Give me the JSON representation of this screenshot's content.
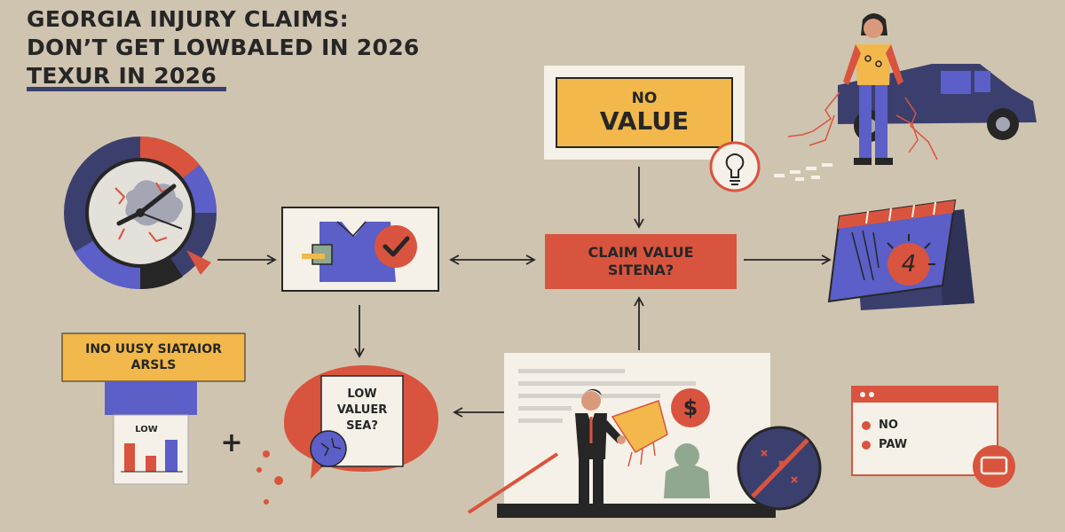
{
  "title_lines": [
    "GEORGIA INJURY CLAIMS:",
    "DON’T GET LOWBALED IN 2026",
    "TEXUR IN 2026"
  ],
  "no_value_box": {
    "line1": "NO",
    "line2": "VALUE"
  },
  "claim_value_box": {
    "line1": "CLAIM VALUE",
    "line2": "SITENA?"
  },
  "ino_box": {
    "line1": "INO UUSY SIATAIOR",
    "line2": "ARSLS"
  },
  "low_chart_label": "LOW",
  "low_value_bubble": {
    "line1": "LOW",
    "line2": "VALUER",
    "line3": "SEA?"
  },
  "calendar_number": "4",
  "dollar_sign": "$",
  "plus_sign": "+",
  "no_paw_window": {
    "item1": "NO",
    "item2": "PAW"
  },
  "colors": {
    "background": "#cfc4b0",
    "navy": "#3b3f6e",
    "red_orange": "#d9543e",
    "yellow": "#f2b84b",
    "purple_blue": "#5b5fc7",
    "sage": "#8fa88f",
    "ink": "#262626"
  }
}
